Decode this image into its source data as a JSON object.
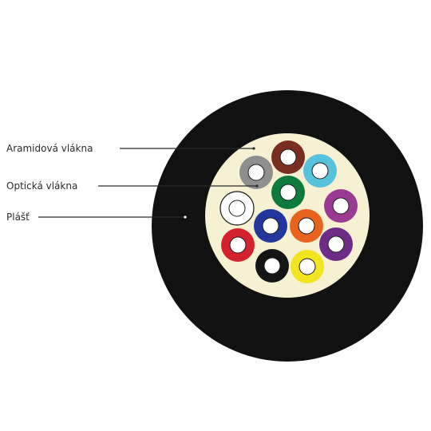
{
  "labels": {
    "aramid": "Aramidová vlákna",
    "optical": "Optická vlákna",
    "jacket": "Plášť"
  },
  "colors": {
    "jacket": "#111111",
    "aramid_fill": "#f7f1d3",
    "fiber_core": "#ffffff",
    "leader_line": "#2b2b2b"
  },
  "fibers": [
    {
      "name": "brown",
      "color": "#7a2e22"
    },
    {
      "name": "gray",
      "color": "#8f8f8f"
    },
    {
      "name": "aqua",
      "color": "#56c2dc"
    },
    {
      "name": "green",
      "color": "#0e7a3e"
    },
    {
      "name": "white",
      "color": "#ffffff"
    },
    {
      "name": "violet",
      "color": "#9a3b93"
    },
    {
      "name": "blue",
      "color": "#23369b"
    },
    {
      "name": "orange",
      "color": "#e8641e"
    },
    {
      "name": "red",
      "color": "#d3222e"
    },
    {
      "name": "purple",
      "color": "#6e2c86"
    },
    {
      "name": "black",
      "color": "#141414"
    },
    {
      "name": "yellow",
      "color": "#f2e41f"
    }
  ]
}
